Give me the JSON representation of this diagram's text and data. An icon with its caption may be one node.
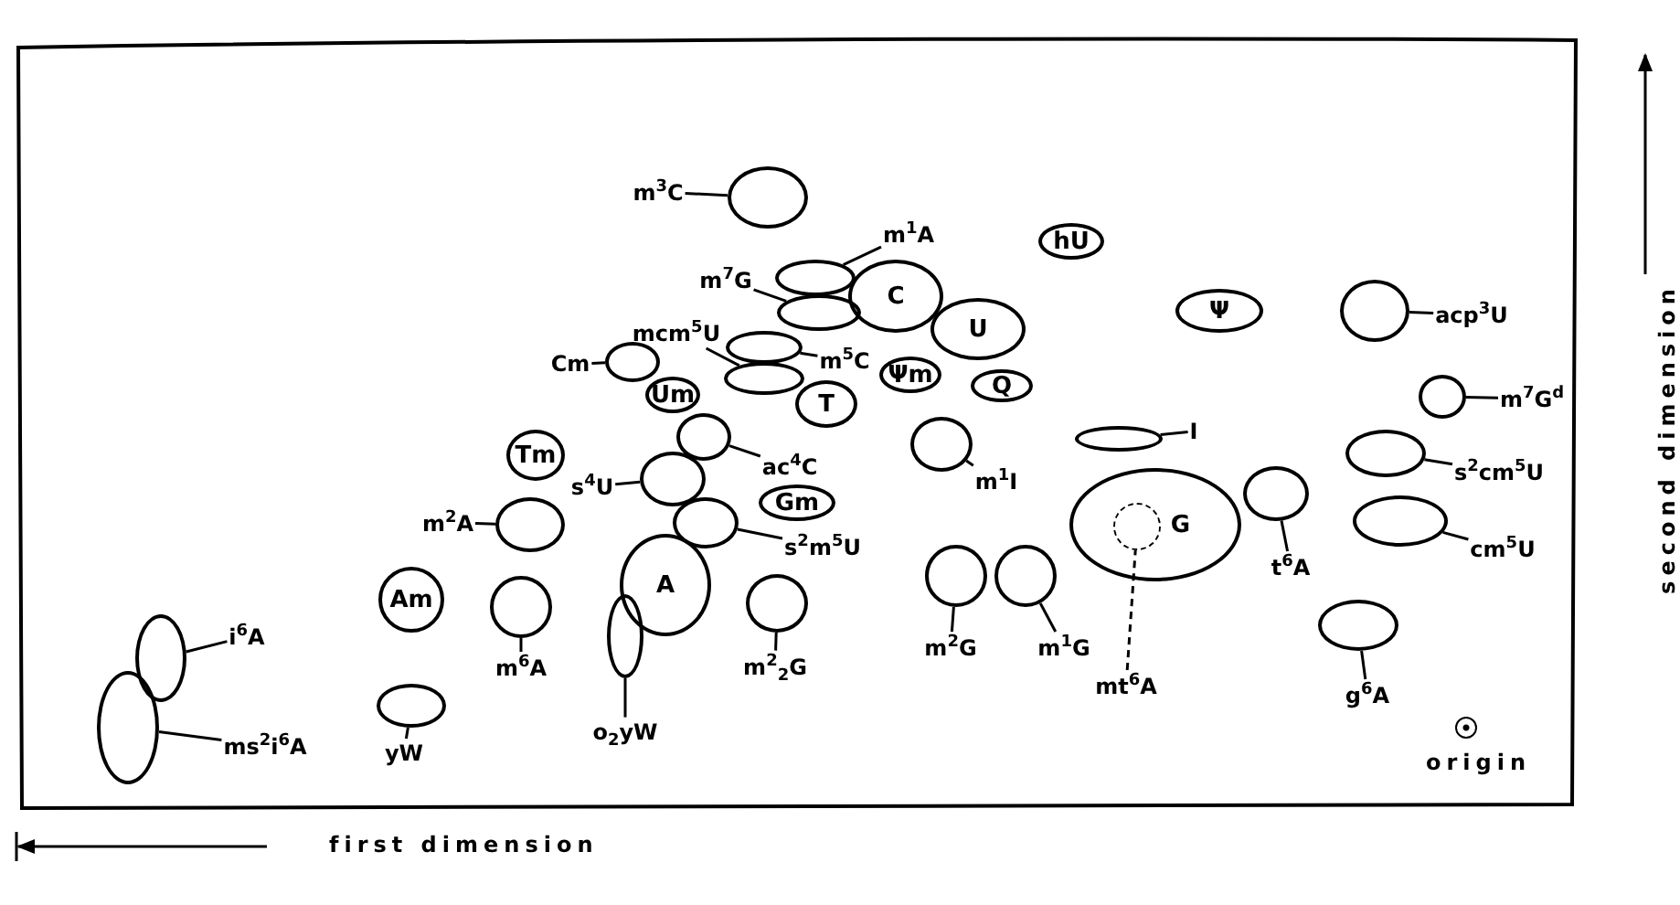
{
  "diagram": {
    "nodes": [
      {
        "text": [
          "m$^{3}$C"
        ]
      },
      {
        "text": [],
        "shape": "ellipse"
      },
      {
        "text": [
          "m$^{1}$A"
        ]
      },
      {
        "text": [],
        "shape": "ellipse"
      },
      {
        "text": [
          "m$^{7}$G"
        ]
      },
      {
        "text": [],
        "shape": "ellipse"
      },
      {
        "text": [
          "C"
        ]
      },
      {
        "text": [
          "hU"
        ]
      },
      {
        "text": [
          "Ψ"
        ]
      },
      {
        "text": [
          "acp$^{3}$U"
        ]
      },
      {
        "text": [],
        "shape": "ellipse"
      },
      {
        "text": [
          "U"
        ]
      },
      {
        "text": [
          "mcm$^{5}$U"
        ]
      },
      {
        "text": [],
        "shape": "ellipse"
      },
      {
        "text": [
          "m$^{5}$C"
        ]
      },
      {
        "text": [],
        "shape": "ellipse"
      },
      {
        "text": [
          "Cm"
        ]
      },
      {
        "text": [],
        "shape": "ellipse"
      },
      {
        "text": [
          "Ψm"
        ]
      },
      {
        "text": [
          "Q"
        ]
      },
      {
        "text": [
          "Um"
        ]
      },
      {
        "text": [
          "T"
        ]
      },
      {
        "text": [
          "m$^{7}$G$^{d}$"
        ]
      },
      {
        "text": [],
        "shape": "ellipse"
      },
      {
        "text": [
          "ac$^{4}$C"
        ]
      },
      {
        "text": [],
        "shape": "ellipse"
      },
      {
        "text": [
          "m$^{1}$I"
        ]
      },
      {
        "text": [],
        "shape": "ellipse"
      },
      {
        "text": [
          "I"
        ]
      },
      {
        "text": [],
        "shape": "ellipse"
      },
      {
        "text": [
          "s$^{2}$cm$^{5}$U"
        ]
      },
      {
        "text": [],
        "shape": "ellipse"
      },
      {
        "text": [
          "Tm"
        ]
      },
      {
        "text": [
          "s$^{4}$U"
        ]
      },
      {
        "text": [],
        "shape": "ellipse"
      },
      {
        "text": [
          "Gm"
        ]
      },
      {
        "text": [
          "G"
        ]
      },
      {
        "text": [],
        "shape": "circle",
        "in": 36
      },
      {
        "text": [
          "mt$^{6}$A"
        ]
      },
      {
        "text": [
          "m$^{2}$A"
        ]
      },
      {
        "text": [],
        "shape": "ellipse"
      },
      {
        "text": [
          "t$^{6}$A"
        ]
      },
      {
        "text": [],
        "shape": "ellipse"
      },
      {
        "text": [
          "cm$^{5}$U"
        ]
      },
      {
        "text": [],
        "shape": "ellipse"
      },
      {
        "text": [
          "s$^{2}$m$^{5}$U"
        ]
      },
      {
        "text": [],
        "shape": "ellipse"
      },
      {
        "text": [
          "A"
        ]
      },
      {
        "text": [
          "Am"
        ]
      },
      {
        "text": [
          "m$^{6}$A"
        ]
      },
      {
        "text": [],
        "shape": "ellipse"
      },
      {
        "text": [
          "m$^{2}$$_{2}$G"
        ]
      },
      {
        "text": [],
        "shape": "ellipse"
      },
      {
        "text": [
          "m$^{2}$G"
        ]
      },
      {
        "text": [],
        "shape": "ellipse"
      },
      {
        "text": [
          "m$^{1}$G"
        ]
      },
      {
        "text": [],
        "shape": "ellipse"
      },
      {
        "text": [
          "i$^{6}$A"
        ]
      },
      {
        "text": [],
        "shape": "ellipse"
      },
      {
        "text": [
          "o$_{2}$yW"
        ]
      },
      {
        "text": [],
        "shape": "ellipse"
      },
      {
        "text": [
          "ms$^{2}$i$^{6}$A"
        ]
      },
      {
        "text": [],
        "shape": "ellipse"
      },
      {
        "text": [
          "yW"
        ]
      },
      {
        "text": [],
        "shape": "ellipse"
      },
      {
        "text": [
          "g$^{6}$A"
        ]
      },
      {
        "text": [],
        "shape": "ellipse"
      },
      {
        "text": [],
        "shape": "circle",
        "beside": [
          "origin"
        ]
      }
    ],
    "edges": [
      {
        "from": 0,
        "to": 1,
        "arrow": "none"
      },
      {
        "from": 2,
        "to": 3,
        "arrow": "none"
      },
      {
        "from": 4,
        "to": 5,
        "arrow": "none"
      },
      {
        "from": 9,
        "to": 10,
        "arrow": "none"
      },
      {
        "from": 12,
        "to": 13,
        "arrow": "none"
      },
      {
        "from": 14,
        "to": 15,
        "arrow": "none"
      },
      {
        "from": 16,
        "to": 17,
        "arrow": "none"
      },
      {
        "from": 22,
        "to": 23,
        "arrow": "none"
      },
      {
        "from": 24,
        "to": 25,
        "arrow": "none"
      },
      {
        "from": 26,
        "to": 27,
        "arrow": "none"
      },
      {
        "from": 28,
        "to": 29,
        "arrow": "none"
      },
      {
        "from": 30,
        "to": 31,
        "arrow": "none"
      },
      {
        "from": 33,
        "to": 34,
        "arrow": "none"
      },
      {
        "from": 38,
        "to": 37,
        "arrow": "none",
        "style": "dashed"
      },
      {
        "from": 39,
        "to": 40,
        "arrow": "none"
      },
      {
        "from": 41,
        "to": 42,
        "arrow": "none"
      },
      {
        "from": 43,
        "to": 44,
        "arrow": "none"
      },
      {
        "from": 45,
        "to": 46,
        "arrow": "none"
      },
      {
        "from": 49,
        "to": 50,
        "arrow": "none"
      },
      {
        "from": 51,
        "to": 52,
        "arrow": "none"
      },
      {
        "from": 53,
        "to": 54,
        "arrow": "none"
      },
      {
        "from": 55,
        "to": 56,
        "arrow": "none"
      },
      {
        "from": 57,
        "to": 58,
        "arrow": "none"
      },
      {
        "from": 59,
        "to": 60,
        "arrow": "none"
      },
      {
        "from": 61,
        "to": 62,
        "arrow": "none"
      },
      {
        "from": 63,
        "to": 64,
        "arrow": "none"
      },
      {
        "from": 65,
        "to": 66,
        "arrow": "none"
      }
    ],
    "labels": [
      "second dimension",
      "first dimension"
    ]
  }
}
